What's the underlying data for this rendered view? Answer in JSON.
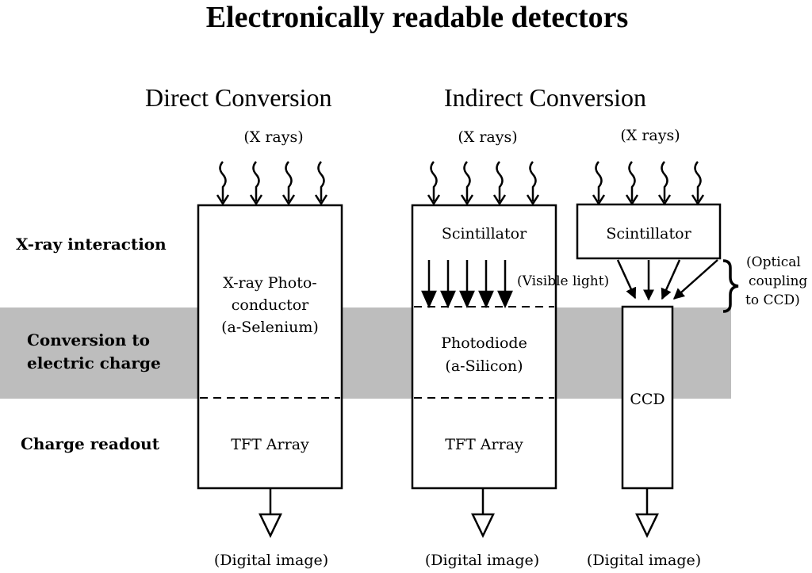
{
  "title": "Electronically readable detectors",
  "headings": {
    "direct": "Direct Conversion",
    "indirect": "Indirect Conversion"
  },
  "rows": {
    "interaction": "X-ray interaction",
    "conversion_line1": "Conversion to",
    "conversion_line2": "electric charge",
    "readout": "Charge readout"
  },
  "xrays_label": "(X rays)",
  "digital_image_label": "(Digital image)",
  "direct_panel": {
    "photoconductor_line1": "X-ray Photo-",
    "photoconductor_line2": "conductor",
    "photoconductor_line3": "(a-Selenium)",
    "tft": "TFT Array"
  },
  "indirect_panel": {
    "scintillator": "Scintillator",
    "visible_light": "(Visible light)",
    "photodiode_line1": "Photodiode",
    "photodiode_line2": "(a-Silicon)",
    "tft": "TFT Array"
  },
  "ccd_panel": {
    "scintillator": "Scintillator",
    "ccd": "CCD",
    "optical_line1": "(Optical",
    "optical_line2": "coupling",
    "optical_line3": "to CCD)"
  },
  "colors": {
    "band": "#bdbdbd",
    "ink": "#000000"
  }
}
